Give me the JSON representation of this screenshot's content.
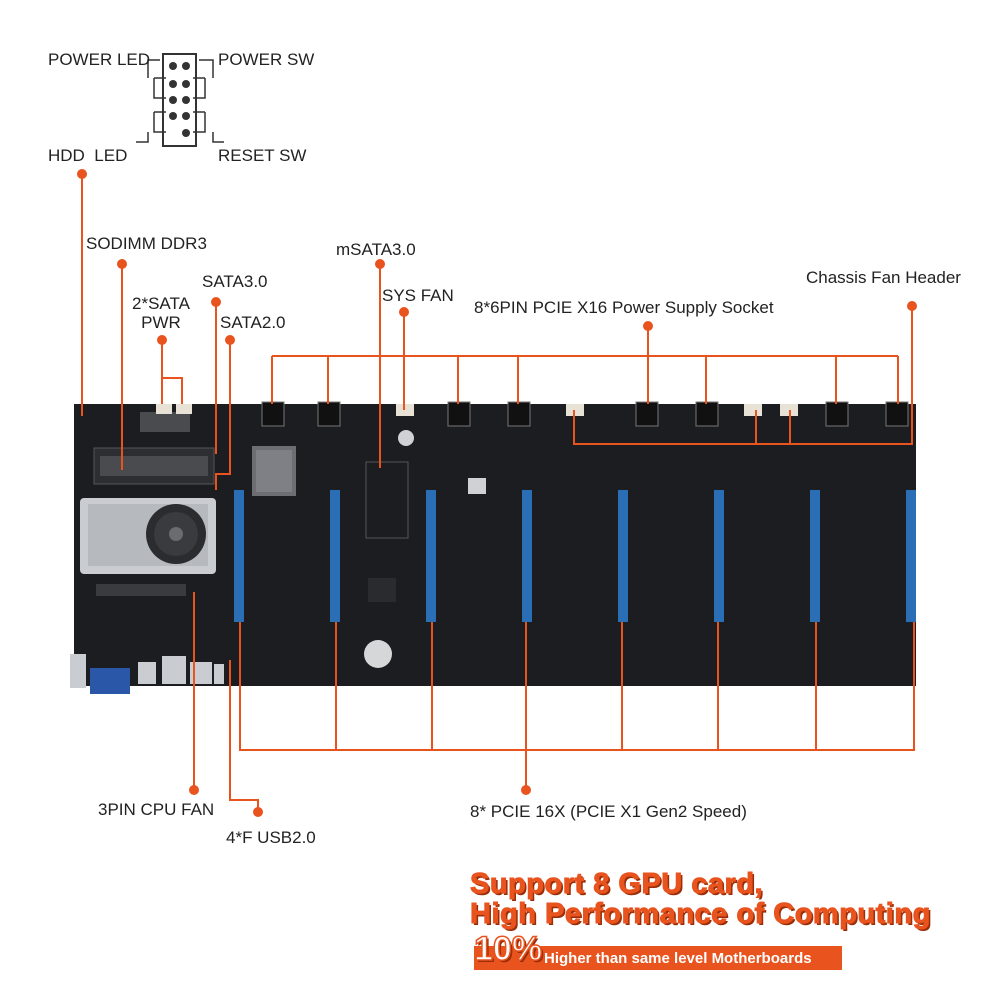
{
  "labels": {
    "power_led": "POWER LED",
    "power_sw": "POWER SW",
    "hdd_led": "HDD  LED",
    "reset_sw": "RESET SW",
    "sodimm": "SODIMM DDR3",
    "sata_pwr_line1": "2*SATA",
    "sata_pwr_line2": "PWR",
    "sata3": "SATA3.0",
    "sata2": "SATA2.0",
    "msata": "mSATA3.0",
    "sys_fan": "SYS FAN",
    "pcie_power": "8*6PIN PCIE X16 Power Supply Socket",
    "chassis_fan": "Chassis Fan Header",
    "cpu_fan": "3PIN CPU FAN",
    "usb": "4*F USB2.0",
    "pcie_slots": "8* PCIE 16X (PCIE X1 Gen2 Speed)"
  },
  "promo": {
    "line1": "Support 8 GPU card,",
    "line2": "High Performance of Computing",
    "percent": "10%",
    "tagline": "Higher than same level Motherboards"
  },
  "colors": {
    "accent": "#e8531e",
    "board": "#1c1d20",
    "slot": "#2a6fb5",
    "label_text": "#222222"
  }
}
